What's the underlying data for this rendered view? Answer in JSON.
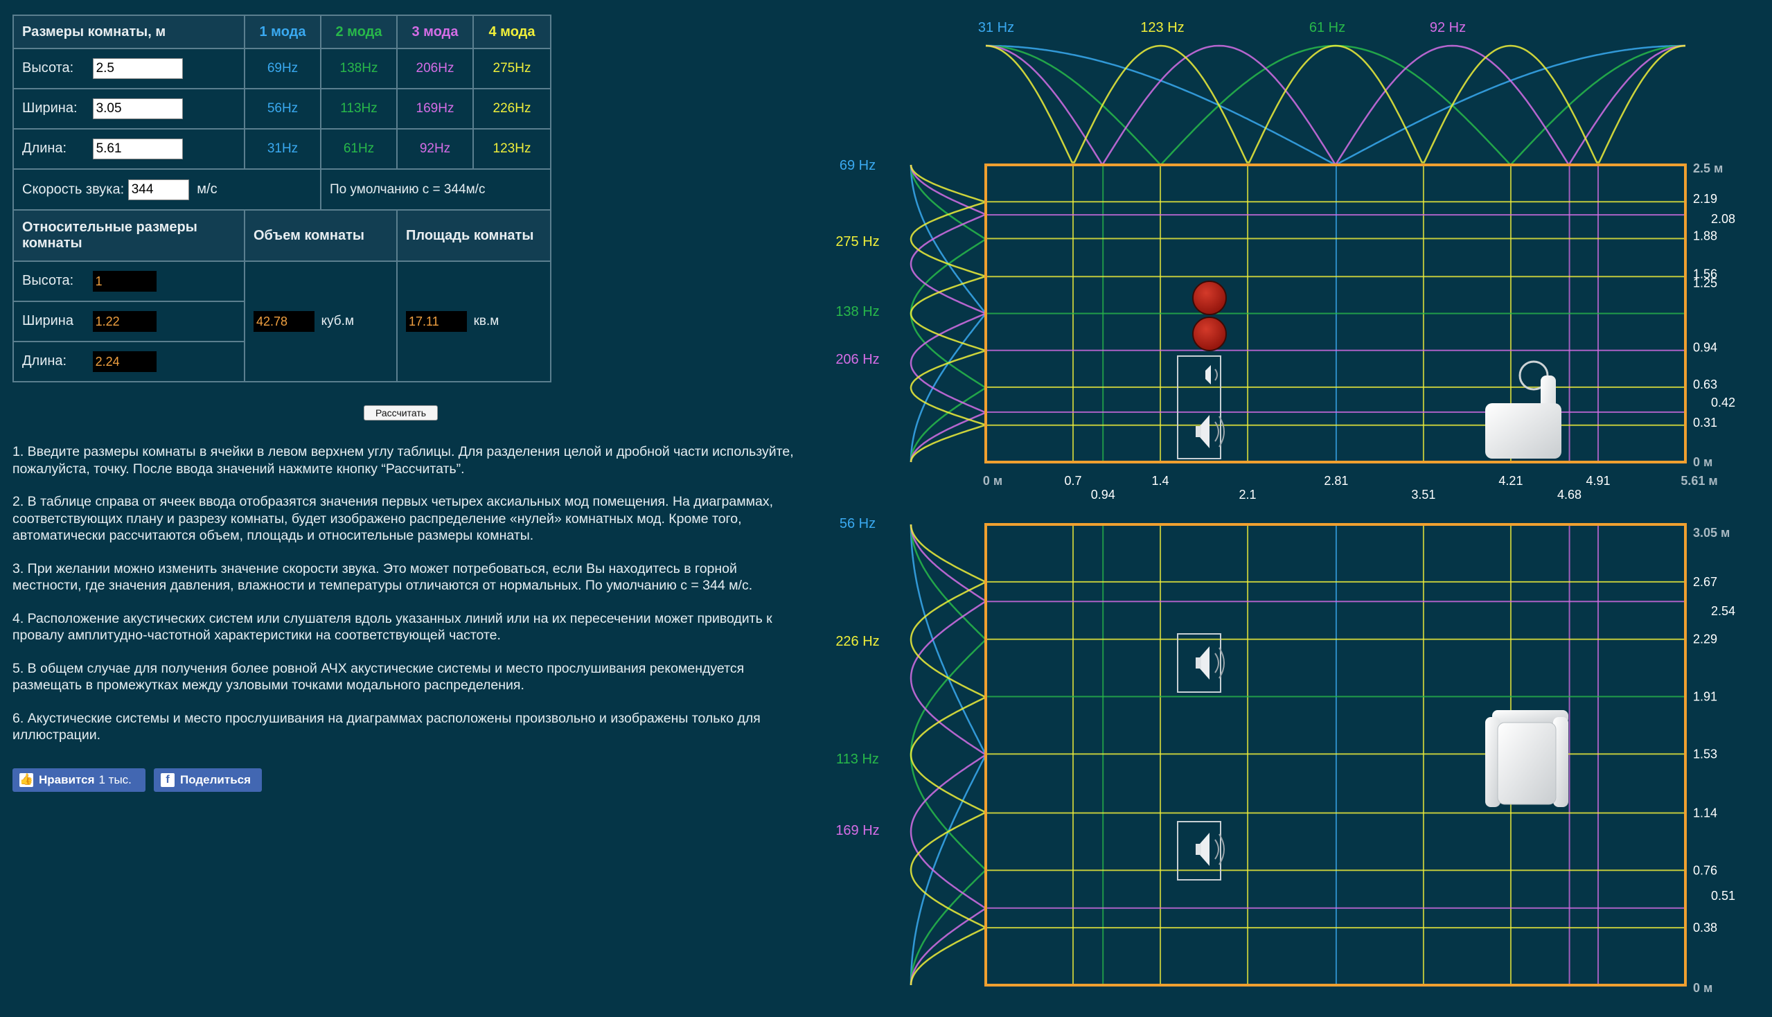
{
  "table": {
    "header": {
      "title": "Размеры комнаты, м",
      "mode1": "1 мода",
      "mode2": "2 мода",
      "mode3": "3 мода",
      "mode4": "4 мода"
    },
    "rows": [
      {
        "label": "Высота:",
        "value": "2.5",
        "m1": "69Hz",
        "m2": "138Hz",
        "m3": "206Hz",
        "m4": "275Hz"
      },
      {
        "label": "Ширина:",
        "value": "3.05",
        "m1": "56Hz",
        "m2": "113Hz",
        "m3": "169Hz",
        "m4": "226Hz"
      },
      {
        "label": "Длина:",
        "value": "5.61",
        "m1": "31Hz",
        "m2": "61Hz",
        "m3": "92Hz",
        "m4": "123Hz"
      }
    ],
    "speed": {
      "label": "Скорость звука:",
      "value": "344",
      "unit": "м/с",
      "default_note": "По  умолчанию с = 344м/с"
    },
    "relative": {
      "header": "Относительные размеры комнаты",
      "volume_header": "Объем комнаты",
      "area_header": "Площадь комнаты",
      "rows": [
        {
          "label": "Высота:",
          "value": "1"
        },
        {
          "label": "Ширина",
          "value": "1.22"
        },
        {
          "label": "Длина:",
          "value": "2.24"
        }
      ],
      "volume": "42.78",
      "volume_unit": "куб.м",
      "area": "17.11",
      "area_unit": "кв.м"
    },
    "calc_button": "Рассчитать"
  },
  "instructions": [
    "1. Введите размеры комнаты в ячейки в левом верхнем углу таблицы. Для разделения целой и дробной части используйте, пожалуйста, точку. После ввода значений нажмите кнопку “Рассчитать”.",
    "2. В таблице справа от ячеек ввода отобразятся значения первых четырех аксиальных мод помещения. На диаграммах, соответствующих плану и разрезу комнаты, будет изображено распределение «нулей» комнатных мод. Кроме того, автоматически рассчитаются объем, площадь и относительные размеры комнаты.",
    "3. При желании можно изменить значение скорости звука. Это может потребоваться, если Вы находитесь в горной местности, где значения давления, влажности и температуры отличаются от нормальных. По умолчанию с = 344 м/с.",
    "4. Расположение акустических систем или слушателя вдоль указанных линий или на их пересечении может приводить к провалу амплитудно-частотной характеристики на соответствующей частоте.",
    "5. В общем случае для получения более ровной АЧХ акустические системы и место прослушивания рекомендуется размещать в промежутках между узловыми точками модального распределения.",
    "6. Акустические системы и место прослушивания на диаграммах расположены произвольно и изображены только для иллюстрации."
  ],
  "social": {
    "like_label": "Нравится",
    "like_count": "1 тыс.",
    "share_label": "Поделиться"
  },
  "colors": {
    "mode1": "#3aa9f0",
    "mode2": "#28b84a",
    "mode3": "#d56de6",
    "mode4": "#f0ef3a",
    "frame": "#f0a030",
    "background": "#053547"
  },
  "diagram_top": {
    "freq_labels": [
      "31 Hz",
      "123 Hz",
      "61 Hz",
      "92 Hz"
    ],
    "side_labels": [
      "69 Hz",
      "275 Hz",
      "138 Hz",
      "206 Hz"
    ],
    "room_length": 5.61,
    "room_height": 2.5,
    "x_nodes": [
      0.7,
      0.94,
      1.4,
      2.1,
      2.81,
      3.51,
      4.21,
      4.68,
      4.91
    ],
    "y_nodes": [
      2.19,
      2.08,
      1.88,
      1.56,
      1.25,
      0.94,
      0.63,
      0.42,
      0.31
    ],
    "x_ticks": [
      "0 м",
      "0.7",
      "0.94",
      "1.4",
      "2.1",
      "2.81",
      "3.51",
      "4.21",
      "4.68",
      "4.91",
      "5.61 м"
    ],
    "y_ticks": [
      "2.5 м",
      "2.19",
      "2.08",
      "1.88",
      "1.56",
      "1.25",
      "0.94",
      "0.63",
      "0.42",
      "0.31",
      "0 м"
    ]
  },
  "diagram_bottom": {
    "side_labels": [
      "56 Hz",
      "226 Hz",
      "113 Hz",
      "169 Hz"
    ],
    "room_width": 3.05,
    "y_nodes": [
      2.67,
      2.54,
      2.29,
      1.91,
      1.53,
      1.14,
      0.76,
      0.51,
      0.38
    ],
    "y_ticks": [
      "3.05 м",
      "2.67",
      "2.54",
      "2.29",
      "1.91",
      "1.53",
      "1.14",
      "0.76",
      "0.51",
      "0.38",
      "0 м"
    ]
  }
}
